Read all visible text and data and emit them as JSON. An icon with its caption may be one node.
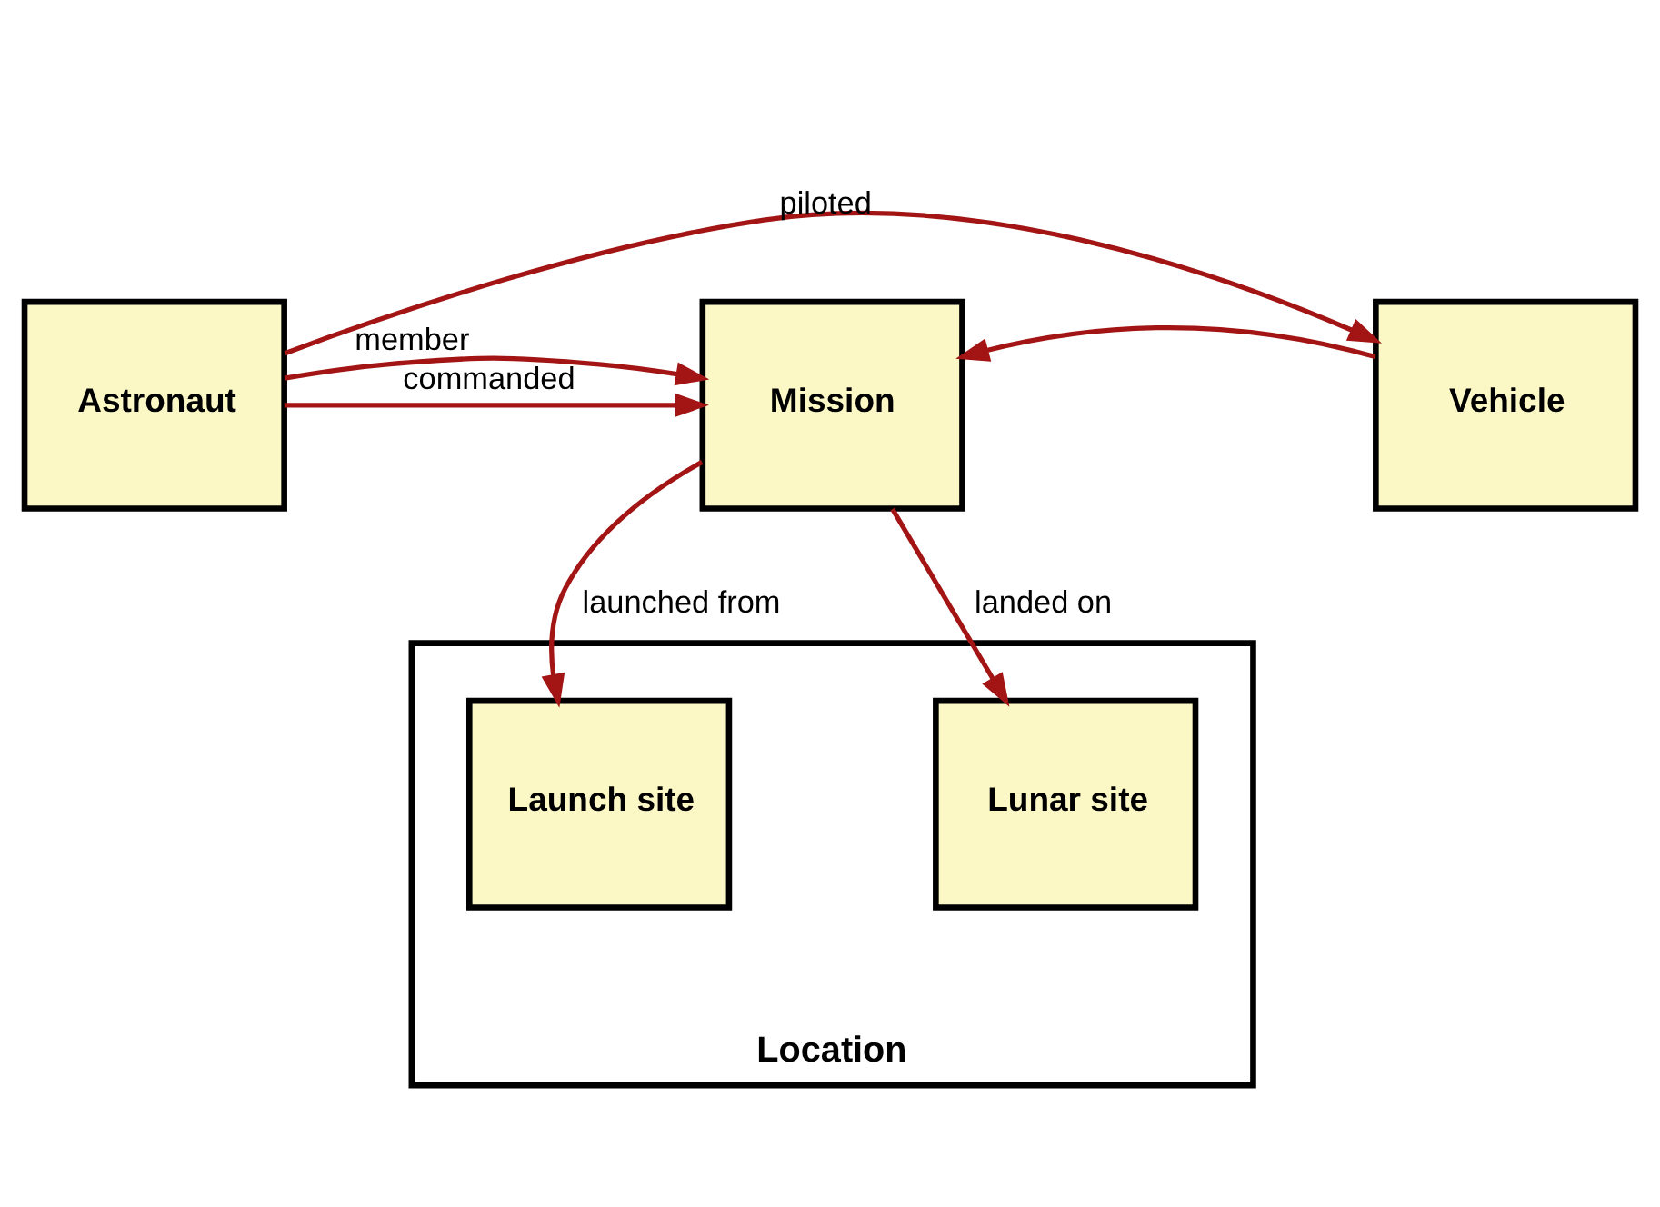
{
  "diagram": {
    "nodes": [
      {
        "text": [
          "Astronaut"
        ]
      },
      {
        "text": [
          "Mission"
        ]
      },
      {
        "text": [
          "Vehicle"
        ]
      },
      {
        "text": [
          "Location"
        ]
      },
      {
        "text": [
          "Launch site"
        ],
        "in": 3
      },
      {
        "text": [
          "Lunar site"
        ],
        "in": 3
      }
    ],
    "edges": [
      {
        "from": 0,
        "to": 2,
        "arrow": "to",
        "label": "piloted"
      },
      {
        "from": 0,
        "to": 1,
        "arrow": "to",
        "label": "commanded"
      },
      {
        "from": 0,
        "to": 1,
        "arrow": "to",
        "label": "member"
      },
      {
        "from": 2,
        "to": 1,
        "arrow": "to"
      },
      {
        "from": 1,
        "to": 4,
        "arrow": "to",
        "label": "launched from"
      },
      {
        "from": 1,
        "to": 5,
        "arrow": "to",
        "label": "landed on"
      }
    ]
  }
}
